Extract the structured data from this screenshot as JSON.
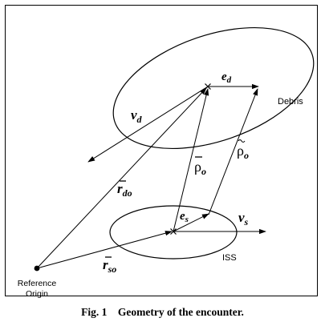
{
  "labels": {
    "debris": "Debris",
    "iss": "ISS",
    "reference_line1": "Reference",
    "reference_line2": "Origin",
    "e_d_base": "e",
    "e_d_sub": "d",
    "e_s_base": "e",
    "e_s_sub": "s",
    "v_d_base": "v",
    "v_d_sub": "d",
    "v_s_base": "v",
    "v_s_sub": "s",
    "r_do_base": "r",
    "r_do_sub": "do",
    "r_so_base": "r",
    "r_so_sub": "so",
    "rho_bar_base": "ρ",
    "rho_bar_sub": "o",
    "rho_tilde_base": "ρ",
    "rho_tilde_sub": "o"
  },
  "caption": {
    "fig": "Fig. 1",
    "text": "Geometry of the encounter."
  },
  "colors": {
    "ink": "#000000",
    "background": "#ffffff"
  }
}
